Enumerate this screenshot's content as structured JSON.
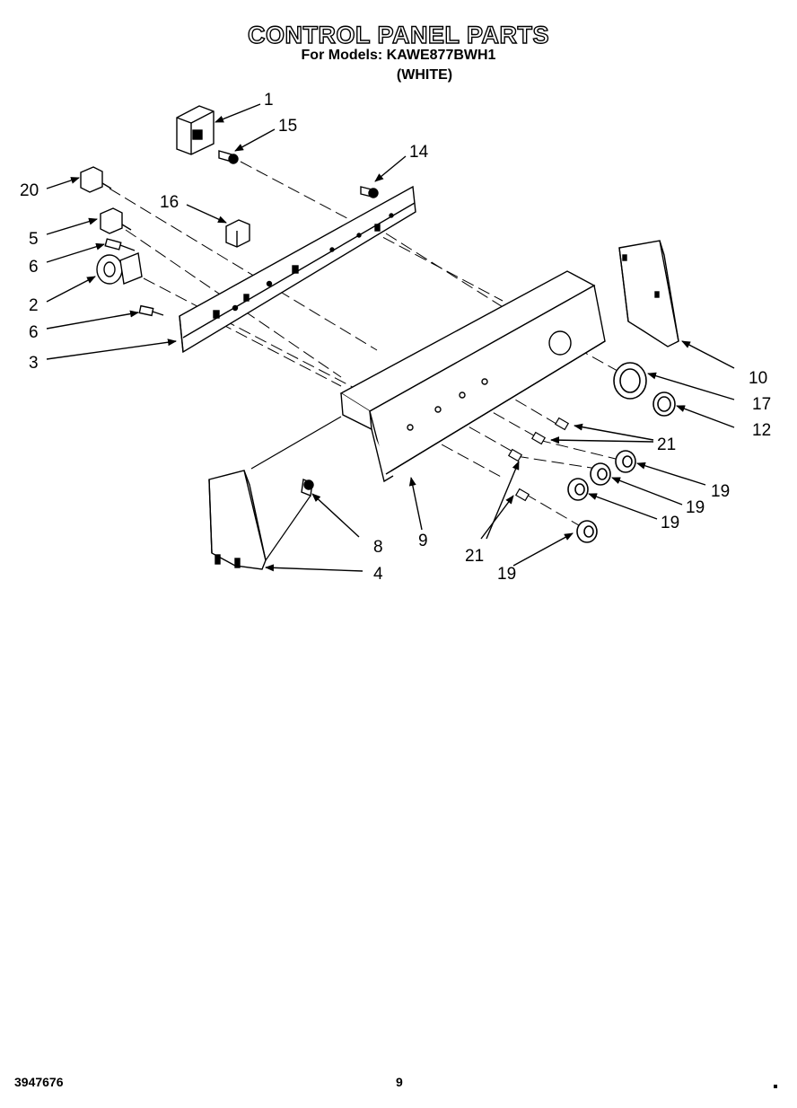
{
  "header": {
    "title": "CONTROL PANEL PARTS",
    "subtitle": "For Models: KAWE877BWH1",
    "variant": "(WHITE)"
  },
  "footer": {
    "doc_number": "3947676",
    "page_number": "9"
  },
  "callouts": [
    "1",
    "15",
    "14",
    "20",
    "16",
    "5",
    "6",
    "2",
    "6",
    "3",
    "10",
    "17",
    "12",
    "21",
    "19",
    "19",
    "19",
    "8",
    "9",
    "4",
    "21",
    "19"
  ]
}
